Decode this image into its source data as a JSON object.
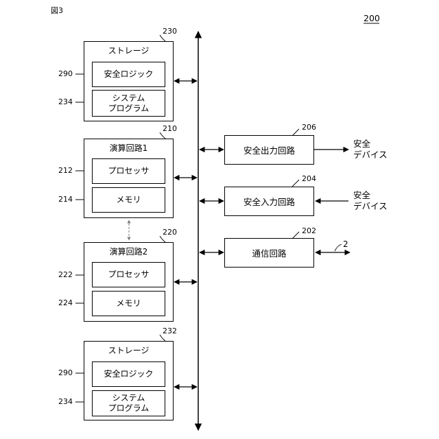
{
  "figure_label": "図3",
  "system_ref": "200",
  "storage_top": {
    "ref": "230",
    "title": "ストレージ",
    "safety_logic": {
      "ref": "290",
      "label": "安全ロジック"
    },
    "system_program": {
      "ref": "234",
      "line1": "システム",
      "line2": "プログラム"
    }
  },
  "arithmetic_1": {
    "ref": "210",
    "title": "演算回路1",
    "processor": {
      "ref": "212",
      "label": "プロセッサ"
    },
    "memory": {
      "ref": "214",
      "label": "メモリ"
    }
  },
  "arithmetic_2": {
    "ref": "220",
    "title": "演算回路2",
    "processor": {
      "ref": "222",
      "label": "プロセッサ"
    },
    "memory": {
      "ref": "224",
      "label": "メモリ"
    }
  },
  "storage_bottom": {
    "ref": "232",
    "title": "ストレージ",
    "safety_logic": {
      "ref": "290",
      "label": "安全ロジック"
    },
    "system_program": {
      "ref": "234",
      "line1": "システム",
      "line2": "プログラム"
    }
  },
  "safety_output": {
    "ref": "206",
    "label": "安全出力回路",
    "device_line1": "安全",
    "device_line2": "デバイス"
  },
  "safety_input": {
    "ref": "204",
    "label": "安全入力回路",
    "device_line1": "安全",
    "device_line2": "デバイス"
  },
  "communication": {
    "ref": "202",
    "label": "通信回路",
    "target": "2"
  }
}
